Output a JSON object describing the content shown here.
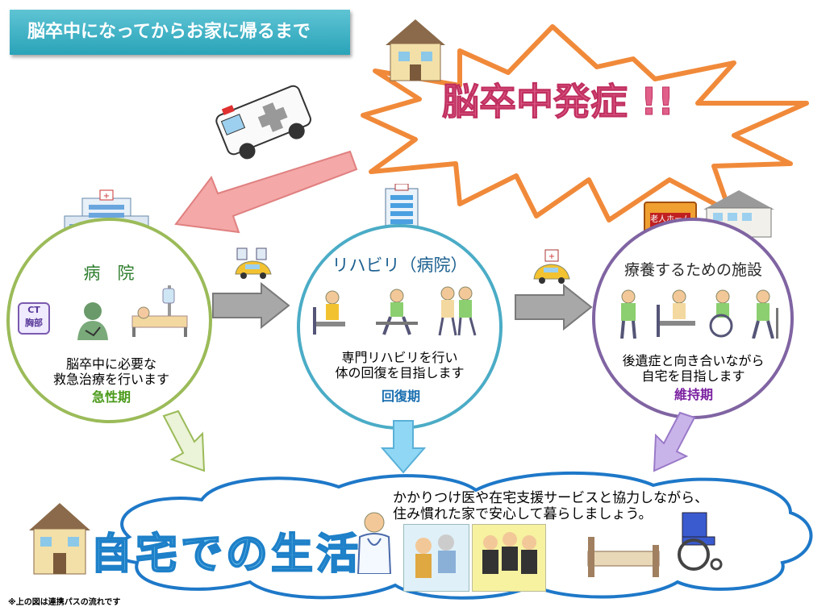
{
  "header": {
    "title": "脳卒中になってからお家に帰るまで"
  },
  "onset": {
    "label": "脳卒中発症 !!"
  },
  "stages": [
    {
      "title": "病　院",
      "desc_line1": "脳卒中に必要な",
      "desc_line2": "救急治療を行います",
      "phase": "急性期",
      "phase_color": "#4a9a1a"
    },
    {
      "title": "リハビリ（病院）",
      "desc_line1": "専門リハビリを行い",
      "desc_line2": "体の回復を目指します",
      "phase": "回復期",
      "phase_color": "#1a6fb0"
    },
    {
      "title": "療養するための施設",
      "desc_line1": "後遺症と向き合いながら",
      "desc_line2": "自宅を目指します",
      "phase": "維持期",
      "phase_color": "#7a1fa0"
    }
  ],
  "ct_label": {
    "line1": "CT",
    "line2": "胸部"
  },
  "facility_sign": "老人ホーム",
  "home": {
    "title": "自宅での生活",
    "message_line1": "かかりつけ医や在宅支援サービスと協力しながら、",
    "message_line2": "住み慣れた家で安心して暮らしましょう。"
  },
  "footnote": "※上の図は連携パスの流れです",
  "colors": {
    "acute": "#9bbb59",
    "recovery": "#4bacc6",
    "maintenance": "#8064a2",
    "onset_text": "#e0608a"
  }
}
